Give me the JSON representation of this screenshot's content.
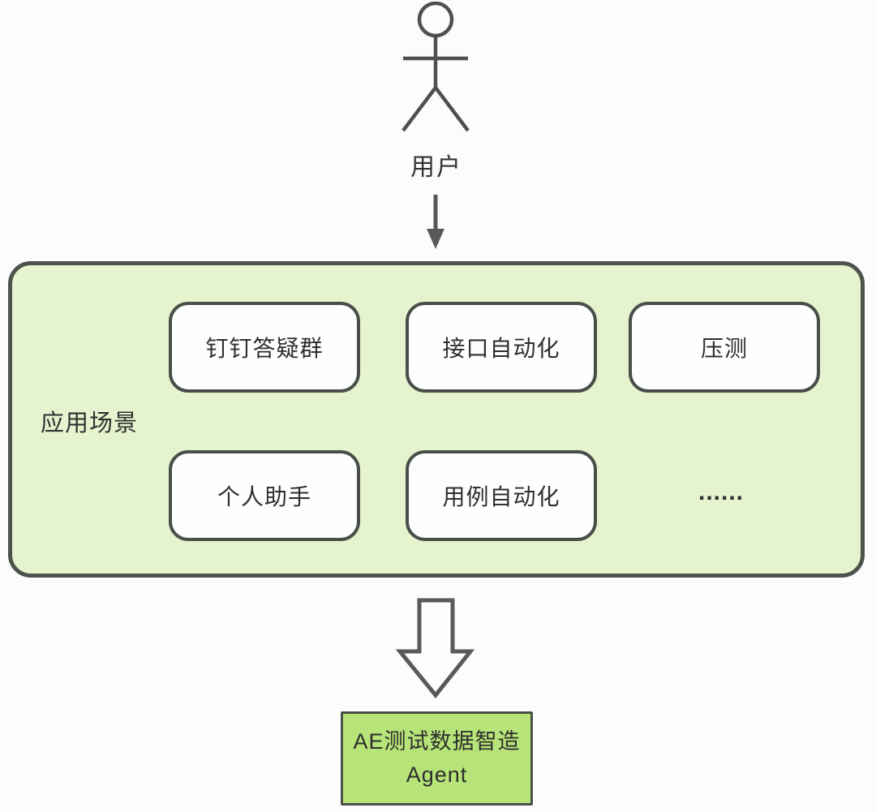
{
  "diagram": {
    "actor": {
      "label": "用户",
      "icon": "stick-figure"
    },
    "flow": {
      "arrow1": "down-arrow",
      "arrow2": "hollow-block-down-arrow"
    },
    "scenarios": {
      "label": "应用场景",
      "items": [
        "钉钉答疑群",
        "接口自动化",
        "压测",
        "个人助手",
        "用例自动化"
      ],
      "more": "......"
    },
    "agent": {
      "line1": "AE测试数据智造",
      "line2": "Agent"
    },
    "colors": {
      "background": "#fcfcfc",
      "container_fill": "#e6f3cf",
      "container_border": "#4c534a",
      "box_fill": "#fefefe",
      "box_border": "#474f48",
      "agent_fill": "#b7e478",
      "agent_border": "#4a4f48",
      "arrow_stroke": "#58595b",
      "figure_stroke": "#4f4f4f",
      "text": "#2f2f2f"
    }
  }
}
